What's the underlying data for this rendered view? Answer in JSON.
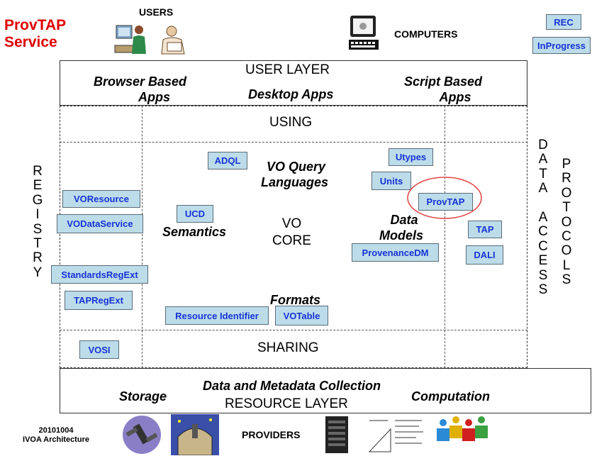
{
  "title": {
    "line1": "ProvTAP",
    "line2": "Service"
  },
  "users_label": "USERS",
  "computers_label": "COMPUTERS",
  "status": {
    "rec": "REC",
    "inprogress": "InProgress"
  },
  "user_layer": {
    "title": "USER LAYER",
    "browser_apps": {
      "line1": "Browser Based",
      "line2": "Apps"
    },
    "desktop_apps": "Desktop Apps",
    "script_apps": {
      "line1": "Script Based",
      "line2": "Apps"
    }
  },
  "using": "USING",
  "sharing": "SHARING",
  "registry": [
    "R",
    "E",
    "G",
    "I",
    "S",
    "T",
    "R",
    "Y"
  ],
  "data_access": [
    "D",
    "A",
    "T",
    "A",
    "",
    "A",
    "C",
    "C",
    "E",
    "S",
    "S"
  ],
  "protocols": [
    "P",
    "R",
    "O",
    "T",
    "O",
    "C",
    "O",
    "L",
    "S"
  ],
  "core": {
    "vo_query": {
      "line1": "VO Query",
      "line2": "Languages"
    },
    "semantics": "Semantics",
    "vo_core": {
      "line1": "VO",
      "line2": "CORE"
    },
    "data_models": {
      "line1": "Data",
      "line2": "Models"
    },
    "formats": "Formats"
  },
  "standards": {
    "adql": "ADQL",
    "utypes": "Utypes",
    "units": "Units",
    "provtap": "ProvTAP",
    "voresource": "VOResource",
    "ucd": "UCD",
    "vodataservice": "VODataService",
    "tap": "TAP",
    "provenancedm": "ProvenanceDM",
    "dali": "DALI",
    "standardsregext": "StandardsRegExt",
    "tapregext": "TAPRegExt",
    "resource_identifier": "Resource Identifier",
    "votable": "VOTable",
    "vosi": "VOSI"
  },
  "resource_layer": {
    "collection": "Data and Metadata Collection",
    "storage": "Storage",
    "computation": "Computation",
    "title": "RESOURCE LAYER"
  },
  "footer": {
    "date": "20101004",
    "arch": "IVOA Architecture",
    "providers": "PROVIDERS"
  },
  "colors": {
    "title": "#e00000",
    "box_fill": "#bcdcea",
    "box_text": "#1733d6",
    "highlight_circle": "#e04040"
  }
}
